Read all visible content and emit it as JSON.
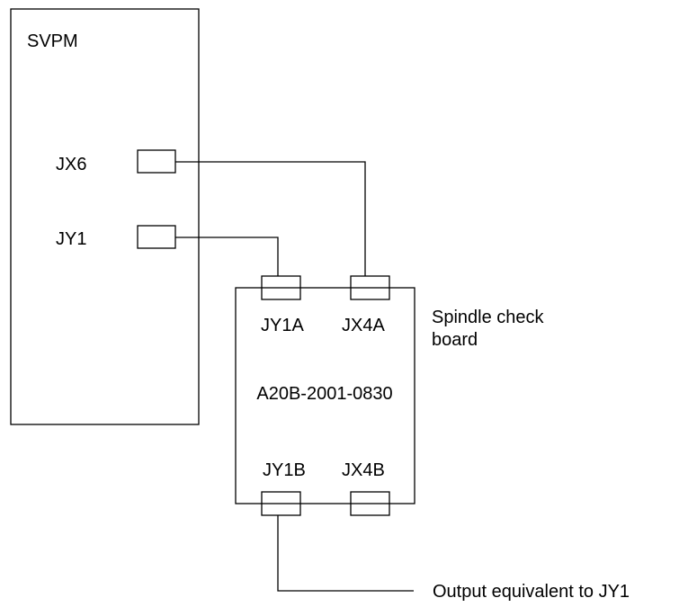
{
  "svpm": {
    "title": "SVPM",
    "connectors": {
      "jx6": "JX6",
      "jy1": "JY1"
    }
  },
  "check_board": {
    "connectors": {
      "jy1a": "JY1A",
      "jx4a": "JX4A",
      "jy1b": "JY1B",
      "jx4b": "JX4B"
    },
    "part_number": "A20B-2001-0830",
    "name_line1": "Spindle check",
    "name_line2": "board"
  },
  "output_label": "Output equivalent to JY1",
  "colors": {
    "stroke": "#000000",
    "background": "#ffffff"
  }
}
